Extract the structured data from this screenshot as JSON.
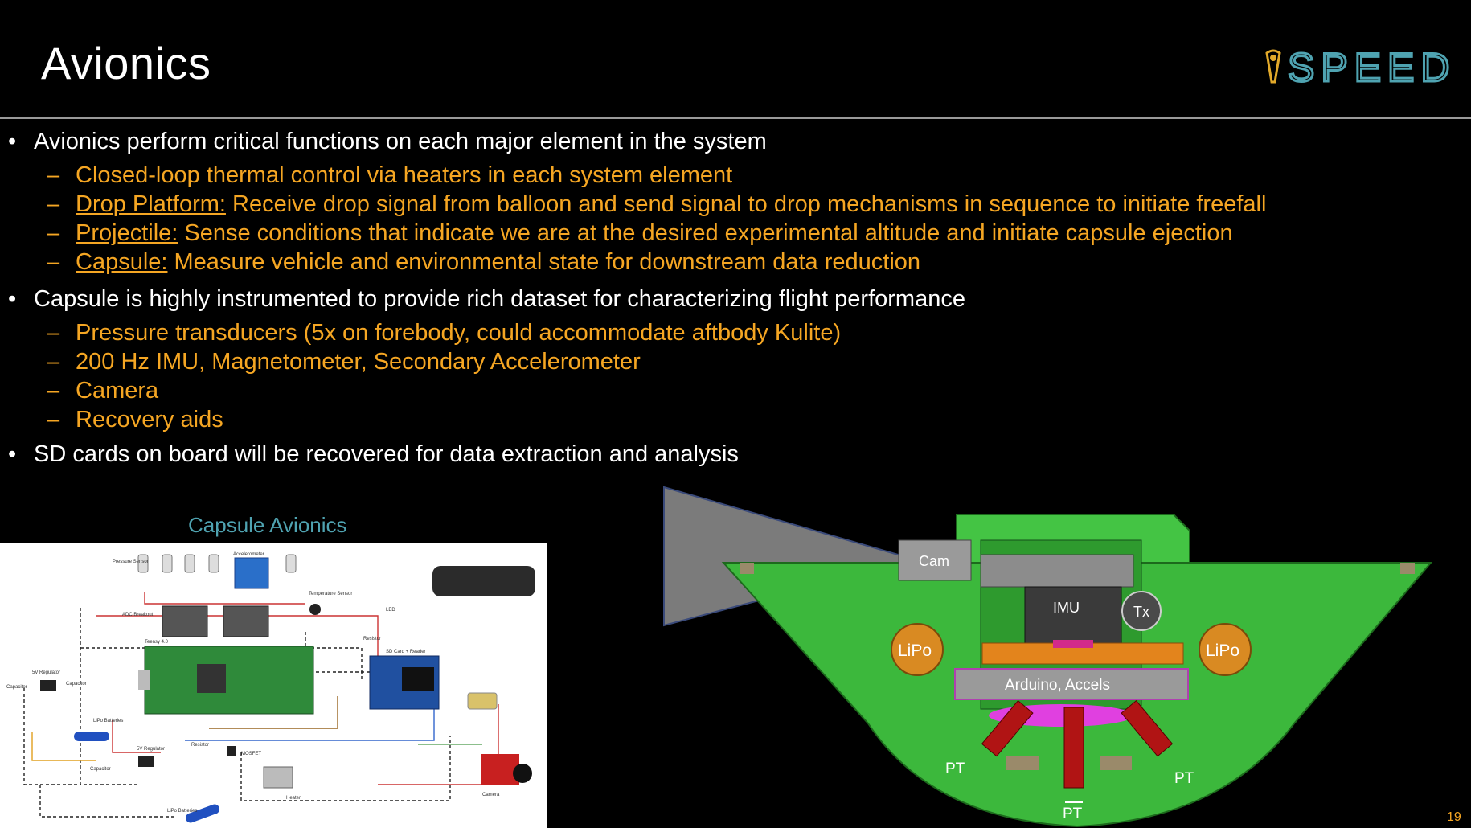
{
  "slide": {
    "title": "Avionics",
    "page_number": "19",
    "logo_text": "SPEED"
  },
  "bullets": [
    {
      "text": "Avionics perform critical functions on each major element in the system",
      "sub": [
        {
          "label": "",
          "text": "Closed-loop thermal control via heaters in each system element"
        },
        {
          "label": "Drop Platform:",
          "text": " Receive drop signal from balloon and send signal to drop mechanisms in sequence to initiate freefall"
        },
        {
          "label": "Projectile:",
          "text": " Sense conditions that indicate we are at the desired experimental altitude and initiate capsule ejection"
        },
        {
          "label": "Capsule:",
          "text": " Measure vehicle and environmental state for downstream data reduction"
        }
      ]
    },
    {
      "text": "Capsule is highly instrumented to provide rich dataset for characterizing flight performance",
      "sub": [
        {
          "label": "",
          "text": "Pressure transducers (5x on forebody, could accommodate aftbody Kulite)"
        },
        {
          "label": "",
          "text": "200 Hz IMU, Magnetometer, Secondary Accelerometer"
        },
        {
          "label": "",
          "text": "Camera"
        },
        {
          "label": "",
          "text": "Recovery aids"
        }
      ]
    },
    {
      "text": "SD cards on board will be recovered for data extraction and analysis",
      "sub": []
    }
  ],
  "schematic": {
    "title": "Capsule Avionics",
    "labels": {
      "pressure_sensor": "Pressure Sensor",
      "accelerometer": "Accelerometer",
      "temperature_sensor": "Temperature Sensor",
      "adc_breakout": "ADC Breakout",
      "led": "LED",
      "teensy": "Teensy 4.0",
      "resistor1": "Resistor",
      "sd_card": "SD Card + Reader",
      "regulator1": "5V Regulator",
      "capacitor1": "Capacitor",
      "capacitor2": "Capacitor",
      "lipo1": "LiPo Batteries",
      "regulator2": "5V Regulator",
      "resistor2": "Resistor",
      "mosfet": "MOSFET",
      "capacitor3": "Capacitor",
      "camera": "Camera",
      "heater": "Heater",
      "lipo2": "LiPo Batteries"
    }
  },
  "capsule_model": {
    "labels": {
      "cam": "Cam",
      "imu": "IMU",
      "tx": "Tx",
      "lipo_left": "LiPo",
      "lipo_right": "LiPo",
      "arduino": "Arduino, Accels",
      "pt_left": "PT",
      "pt_center": "PT",
      "pt_right": "PT"
    },
    "colors": {
      "body": "#3cb83c",
      "lipo": "#d98a22",
      "grey": "#8c8c8c",
      "red": "#b01414"
    }
  }
}
